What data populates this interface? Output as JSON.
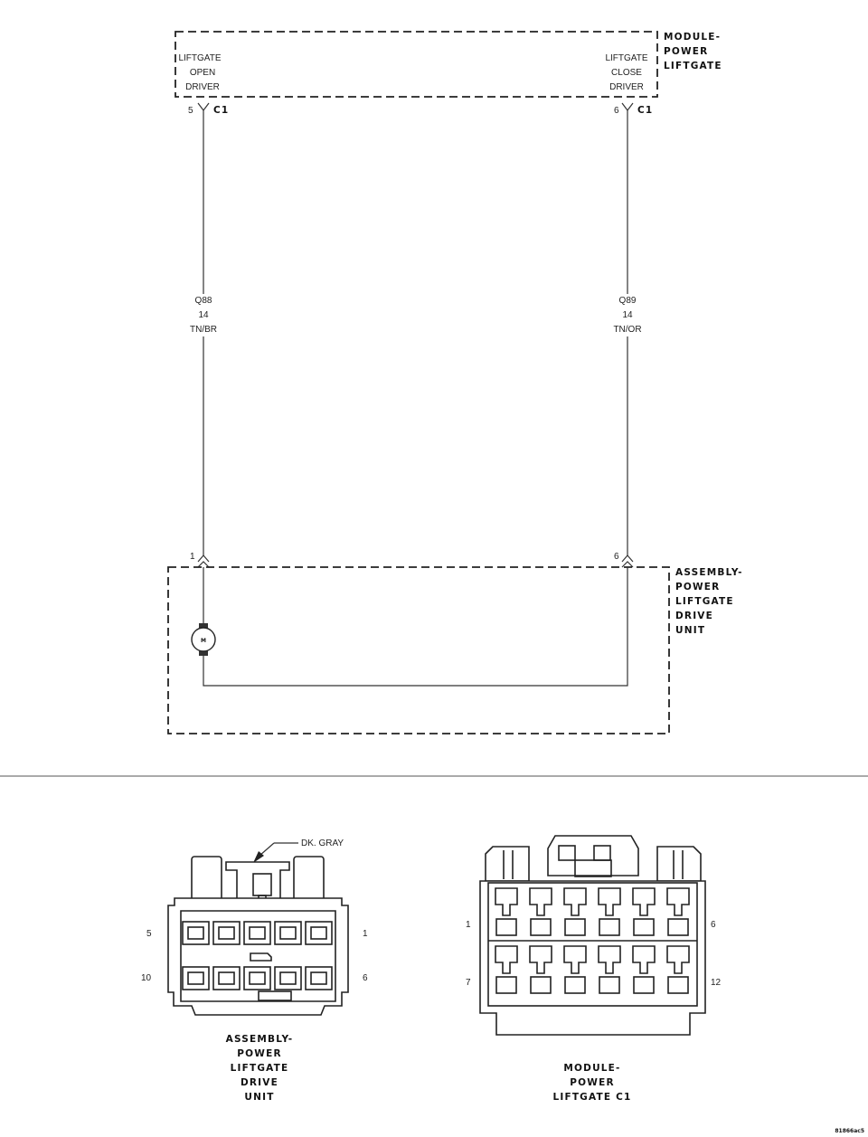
{
  "module": {
    "name_lines": [
      "MODULE-",
      "POWER",
      "LIFTGATE"
    ],
    "open_driver_lines": [
      "LIFTGATE",
      "OPEN",
      "DRIVER"
    ],
    "close_driver_lines": [
      "LIFTGATE",
      "CLOSE",
      "DRIVER"
    ],
    "left_pin": "5",
    "right_pin": "6",
    "connector": "C1"
  },
  "wires": {
    "left": [
      "Q88",
      "14",
      "TN/BR"
    ],
    "right": [
      "Q89",
      "14",
      "TN/OR"
    ]
  },
  "assembly": {
    "name_lines": [
      "ASSEMBLY-",
      "POWER",
      "LIFTGATE",
      "DRIVE",
      "UNIT"
    ],
    "left_pin": "1",
    "right_pin": "6",
    "motor_label": "M"
  },
  "connector_views": {
    "drive_unit": {
      "callout": "DK. GRAY",
      "pins": {
        "top_left": "5",
        "top_right": "1",
        "bottom_left": "10",
        "bottom_right": "6"
      },
      "caption_lines": [
        "ASSEMBLY-",
        "POWER",
        "LIFTGATE",
        "DRIVE",
        "UNIT"
      ]
    },
    "module_c1": {
      "pins": {
        "top_left": "1",
        "top_right": "6",
        "bottom_left": "7",
        "bottom_right": "12"
      },
      "caption_lines": [
        "MODULE-",
        "POWER",
        "LIFTGATE C1"
      ]
    }
  },
  "figure_code": "81866ac5"
}
